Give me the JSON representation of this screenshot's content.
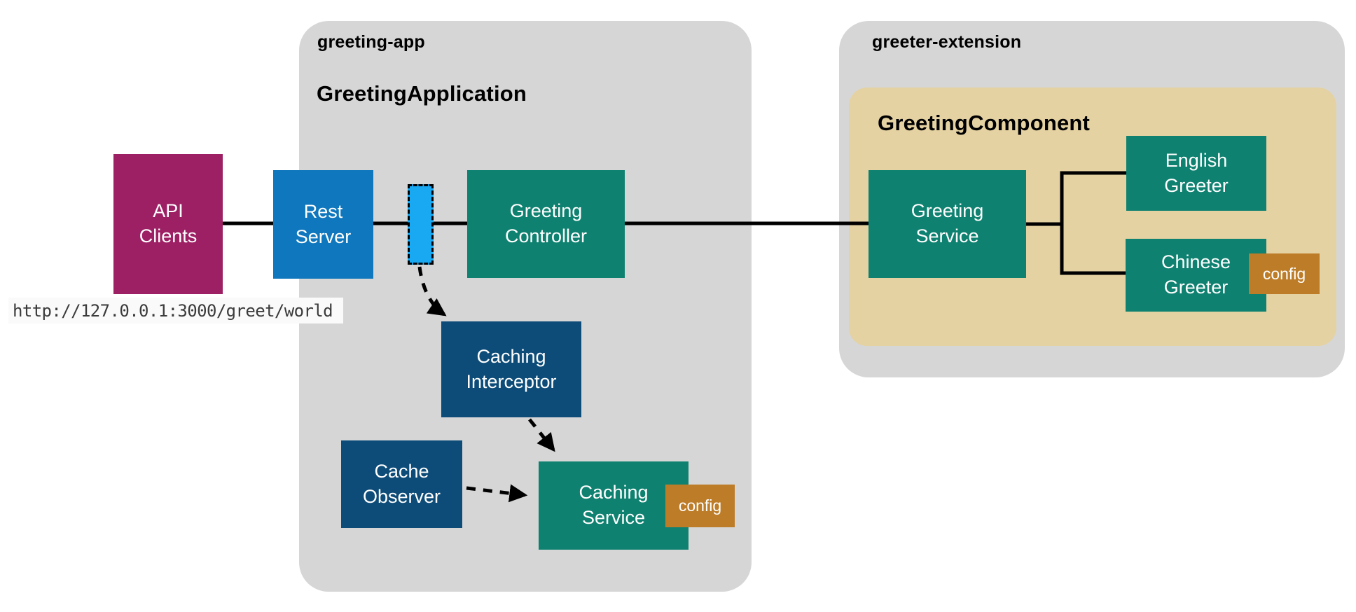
{
  "containers": {
    "greeting_app": {
      "name": "greeting-app",
      "class_label": "GreetingApplication"
    },
    "greeter_extension": {
      "name": "greeter-extension",
      "class_label": "GreetingComponent"
    }
  },
  "nodes": {
    "api_clients": {
      "label": "API\nClients"
    },
    "rest_server": {
      "label": "Rest\nServer"
    },
    "greeting_controller": {
      "label": "Greeting\nController"
    },
    "caching_interceptor": {
      "label": "Caching\nInterceptor"
    },
    "cache_observer": {
      "label": "Cache\nObserver"
    },
    "caching_service": {
      "label": "Caching\nService",
      "badge": "config"
    },
    "greeting_service": {
      "label": "Greeting\nService"
    },
    "english_greeter": {
      "label": "English\nGreeter"
    },
    "chinese_greeter": {
      "label": "Chinese\nGreeter",
      "badge": "config"
    }
  },
  "caption": {
    "url": "http://127.0.0.1:3000/greet/world"
  },
  "colors": {
    "container_grey": "#d6d6d6",
    "component_tan": "#e5d2a2",
    "teal": "#0e8170",
    "navy": "#0d4c78",
    "blue": "#0f77bd",
    "interceptor_blue": "#19a8f2",
    "magenta": "#9d2064",
    "config_orange": "#bd7c27",
    "wire_black": "#000000"
  }
}
